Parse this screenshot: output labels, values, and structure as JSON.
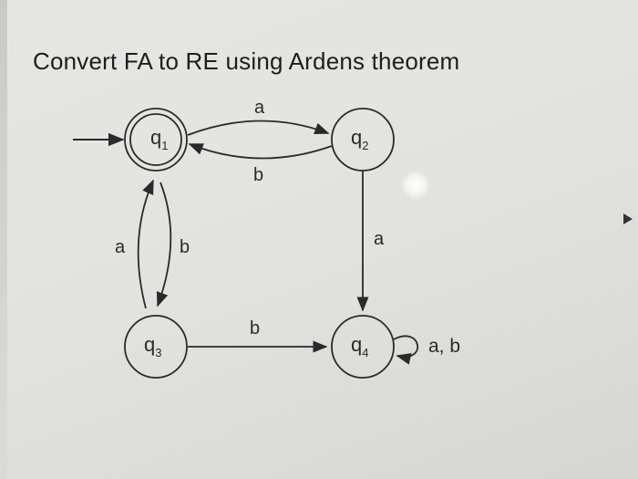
{
  "title": "Convert FA to RE using Ardens theorem",
  "states": {
    "q1": {
      "name": "q",
      "sub": "1"
    },
    "q2": {
      "name": "q",
      "sub": "2"
    },
    "q3": {
      "name": "q",
      "sub": "3"
    },
    "q4": {
      "name": "q",
      "sub": "4"
    }
  },
  "transitions": {
    "q1_q2": "a",
    "q2_q1": "b",
    "q1_q3": "b",
    "q3_q1": "a",
    "q2_q4": "a",
    "q3_q4": "b",
    "q4_q4": "a, b"
  },
  "colors": {
    "ink": "#2a2a2a",
    "background": "#e2e2e0"
  }
}
